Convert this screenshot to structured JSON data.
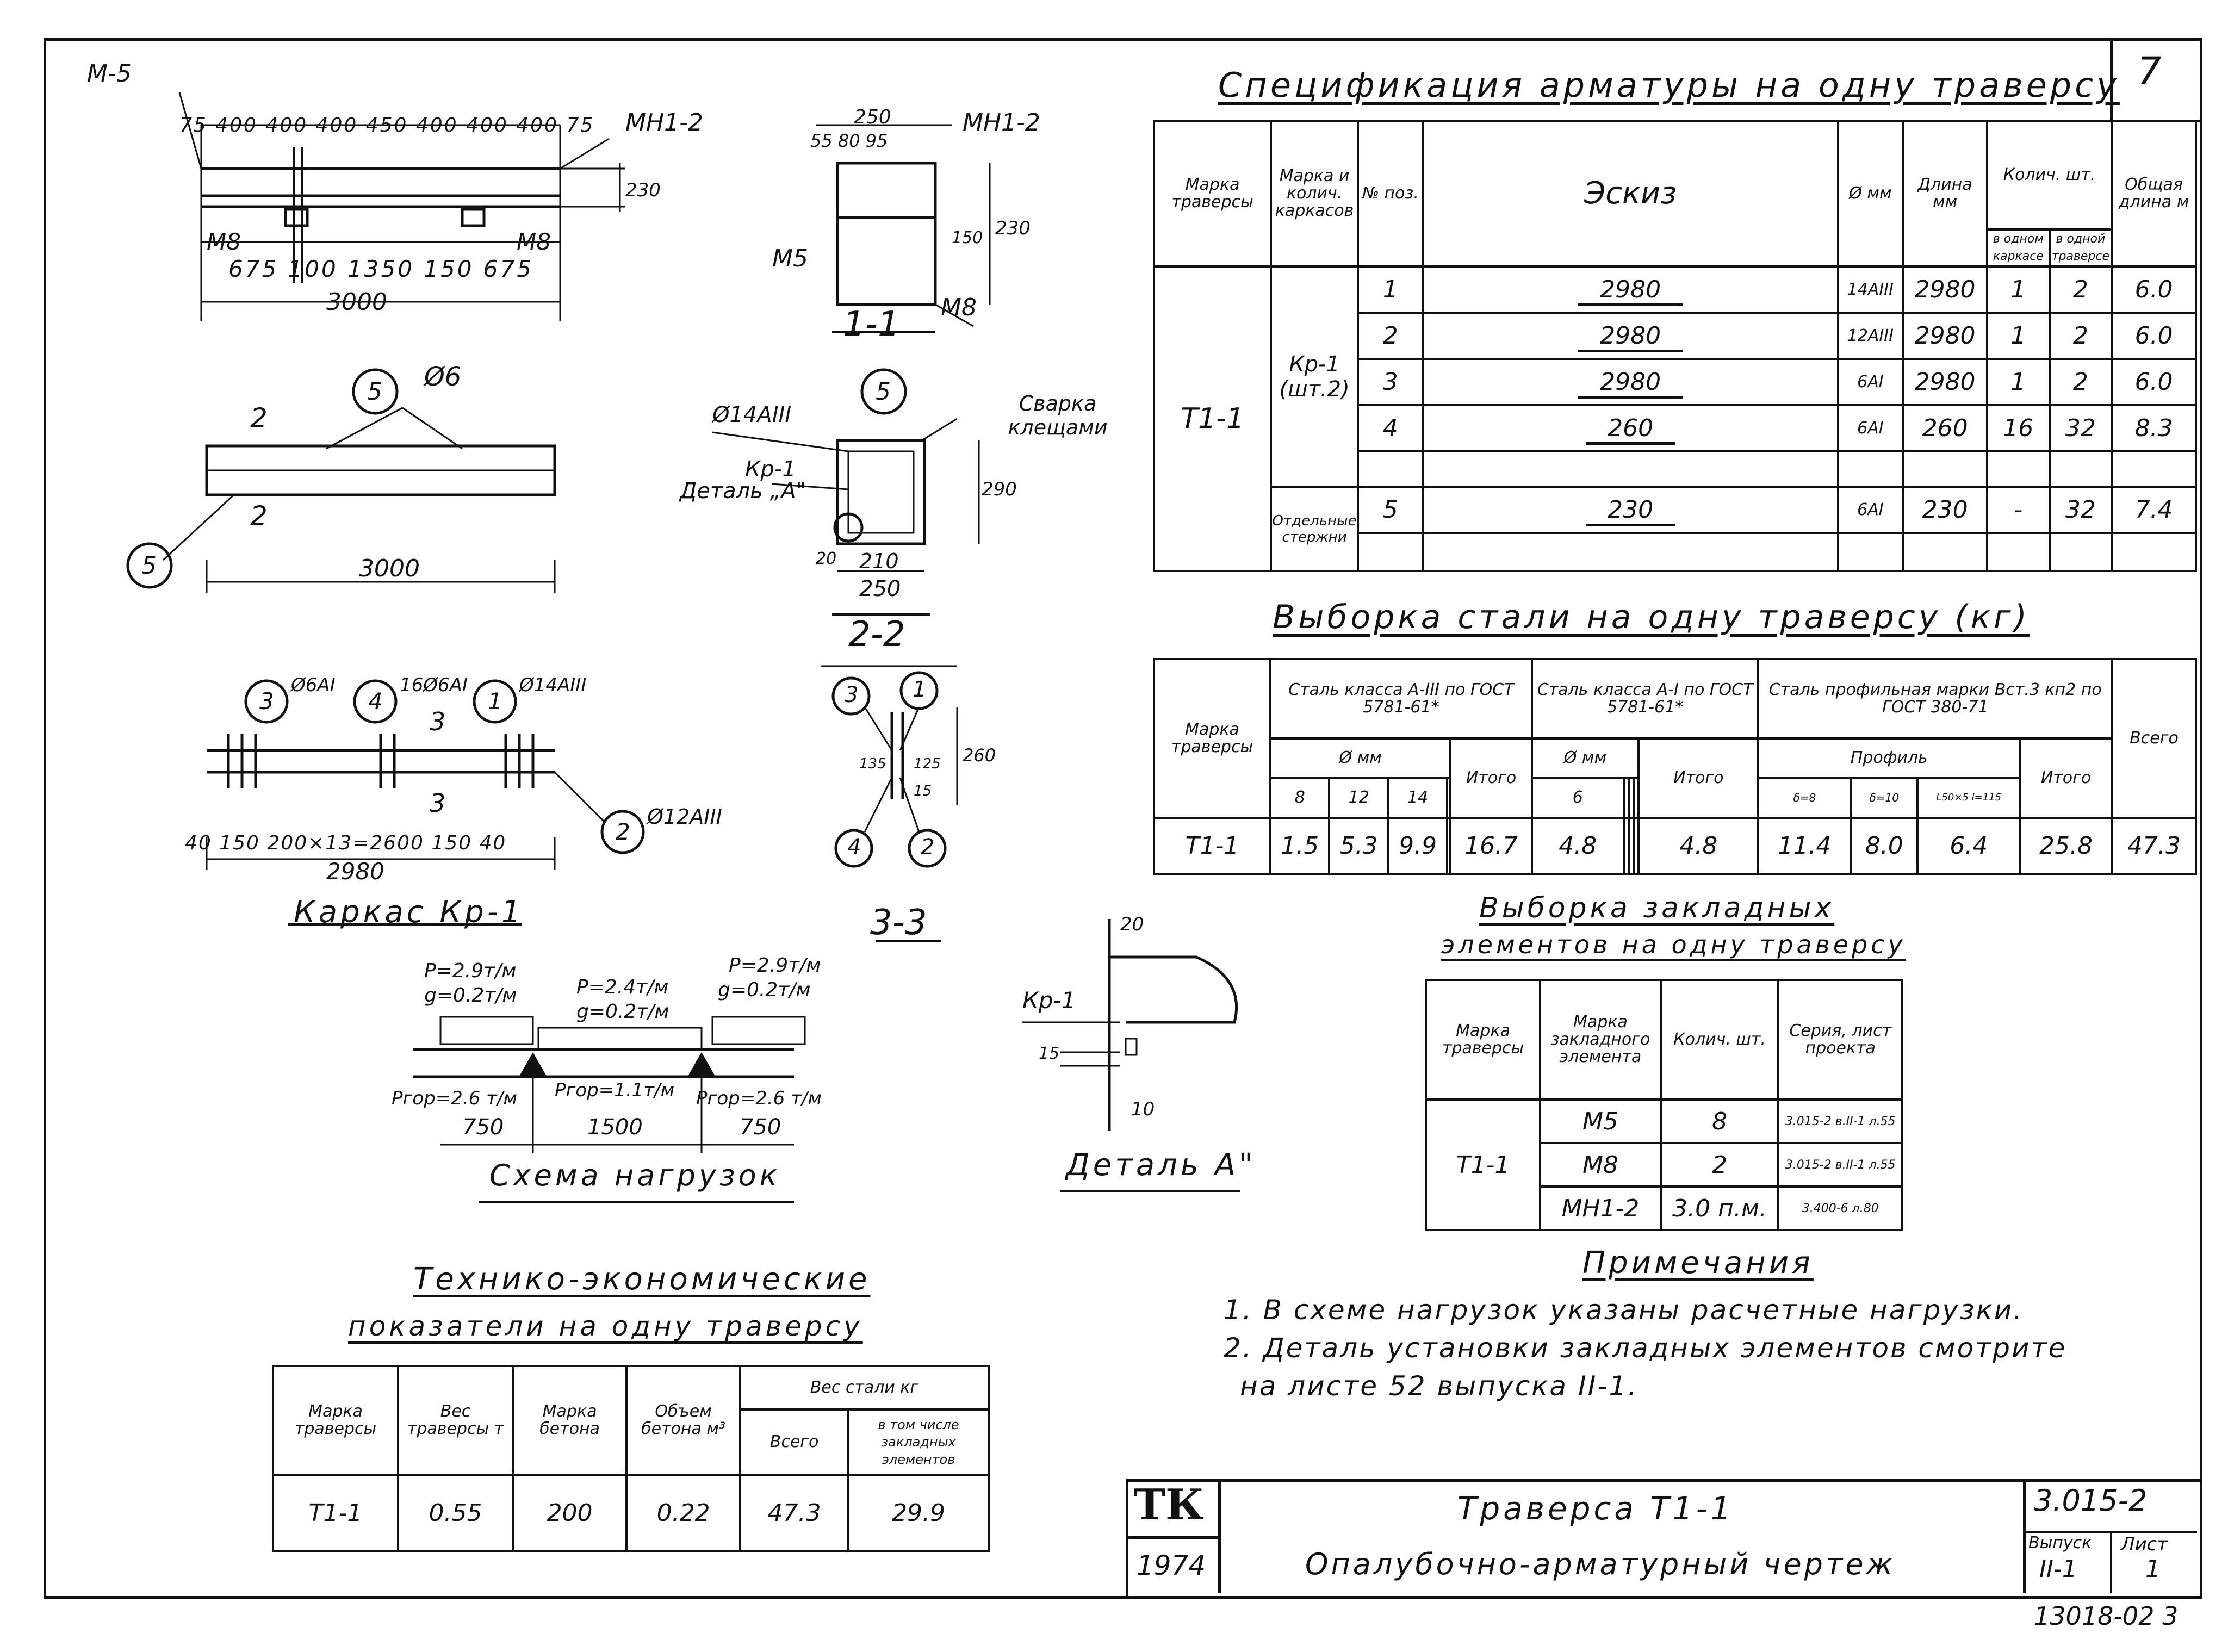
{
  "sheet_number": "7",
  "spec": {
    "title": "Спецификация арматуры на одну траверсу",
    "headers": {
      "marka": "Марка траверсы",
      "marka_karkasov": "Марка и колич. каркасов",
      "pos": "№ поз.",
      "eskiz": "Эскиз",
      "diam": "Ø мм",
      "dlina": "Длина мм",
      "kolich": "Колич. шт.",
      "v_odnom_karkase": "в одном каркасе",
      "v_odnoi_traverse": "в одной траверсе",
      "obshaya": "Общая длина м"
    },
    "traverse": "Т1-1",
    "karkas": "Кр-1 (шт.2)",
    "otdelnye": "Отдельные стержни",
    "rows": [
      {
        "pos": "1",
        "eskiz": "2980",
        "diam": "14AIII",
        "dlina": "2980",
        "k1": "1",
        "k2": "2",
        "total": "6.0"
      },
      {
        "pos": "2",
        "eskiz": "2980",
        "diam": "12AIII",
        "dlina": "2980",
        "k1": "1",
        "k2": "2",
        "total": "6.0"
      },
      {
        "pos": "3",
        "eskiz": "2980",
        "diam": "6AI",
        "dlina": "2980",
        "k1": "1",
        "k2": "2",
        "total": "6.0"
      },
      {
        "pos": "4",
        "eskiz": "260",
        "diam": "6AI",
        "dlina": "260",
        "k1": "16",
        "k2": "32",
        "total": "8.3"
      },
      {
        "pos": "5",
        "eskiz": "230",
        "diam": "6AI",
        "dlina": "230",
        "k1": "-",
        "k2": "32",
        "total": "7.4"
      }
    ]
  },
  "steel": {
    "title": "Выборка стали на одну траверсу (кг)",
    "h_marka": "Марка траверсы",
    "h_a3": "Сталь класса А-III по ГОСТ 5781-61*",
    "h_a1": "Сталь класса А-I по ГОСТ 5781-61*",
    "h_prof": "Сталь профильная марки Вст.3 кп2 по ГОСТ 380-71",
    "h_vsego": "Всего",
    "h_dmm": "Ø мм",
    "h_itogo": "Итого",
    "h_profil": "Профиль",
    "d_a3": [
      "8",
      "12",
      "14"
    ],
    "d_a1": [
      "6"
    ],
    "d_prof": [
      "δ=8",
      "δ=10",
      "L50×5 l=115"
    ],
    "row": {
      "marka": "Т1-1",
      "a3": [
        "1.5",
        "5.3",
        "9.9"
      ],
      "a3_itogo": "16.7",
      "a1": [
        "4.8"
      ],
      "a1_itogo": "4.8",
      "prof": [
        "11.4",
        "8.0",
        "6.4"
      ],
      "prof_itogo": "25.8",
      "vsego": "47.3"
    }
  },
  "embed": {
    "title1": "Выборка закладных",
    "title2": "элементов на одну траверсу",
    "h_marka": "Марка траверсы",
    "h_el": "Марка закладного элемента",
    "h_kol": "Колич. шт.",
    "h_ser": "Серия, лист проекта",
    "marka": "Т1-1",
    "rows": [
      {
        "el": "М5",
        "kol": "8",
        "ser": "3.015-2 в.II-1 л.55"
      },
      {
        "el": "М8",
        "kol": "2",
        "ser": "3.015-2 в.II-1 л.55"
      },
      {
        "el": "МН1-2",
        "kol": "3.0 п.м.",
        "ser": "3.400-6 л.80"
      }
    ]
  },
  "notes": {
    "title": "Примечания",
    "items": [
      "1. В схеме нагрузок указаны расчетные нагрузки.",
      "2. Деталь установки закладных элементов смотрите",
      "на листе 52 выпуска II-1."
    ]
  },
  "tech": {
    "title1": "Технико-экономические",
    "title2": "показатели на одну траверсу",
    "h_marka": "Марка траверсы",
    "h_ves": "Вес траверсы т",
    "h_beton": "Марка бетона",
    "h_obem": "Объем бетона м³",
    "h_ves_stali": "Вес стали кг",
    "h_vsego": "Всего",
    "h_zakl": "в том числе закладных элементов",
    "row": [
      "Т1-1",
      "0.55",
      "200",
      "0.22",
      "47.3",
      "29.9"
    ]
  },
  "stamp": {
    "logo": "ТК",
    "year": "1974",
    "title1": "Траверса Т1-1",
    "title2": "Опалубочно-арматурный чертеж",
    "series": "3.015-2",
    "vypusk_label": "Выпуск",
    "vypusk": "II-1",
    "list_label": "Лист",
    "list": "1",
    "inv": "13018-02 3"
  },
  "drawings": {
    "m5": "М-5",
    "mn12": "МН1-2",
    "m8": "М8",
    "top_dims": "75 400 400 400 450 400 400 400 75",
    "d230": "230",
    "bottom_dims": "675 100 1350 150 675",
    "d3000": "3000",
    "cut11": "1-1",
    "cut22": "2-2",
    "cut33": "3-3",
    "s11_dims": "250",
    "s11_sub": "55 80 95",
    "s11_m5": "М5",
    "s11_230": "230",
    "s11_150": "150",
    "phi6": "Ø6",
    "c5": "5",
    "c1": "1",
    "c2": "2",
    "c3": "3",
    "c4": "4",
    "mark2": "2",
    "mark1": "1",
    "mark3": "3",
    "phi14": "Ø14AIII",
    "svarka": "Сварка клещами",
    "kr1": "Кр-1",
    "detal_a_ref": "Деталь „А\"",
    "s22_290": "290",
    "s22_210": "210",
    "s22_250": "250",
    "s22_20": "20",
    "s33_260": "260",
    "s33_135": "135",
    "s33_125": "125",
    "s33_15": "15",
    "k_phi6": "Ø6AI",
    "k_16phi6": "16Ø6AI",
    "k_phi14": "Ø14AIII",
    "k_phi12": "Ø12AIII",
    "k_dims": "40 150 200×13=2600 150 40",
    "k_2980": "2980",
    "karkas_title": "Каркас Кр-1",
    "load_p1": "P=2.9т/м",
    "load_g1": "g=0.2т/м",
    "load_p2": "P=2.4т/м",
    "load_g2": "g=0.2т/м",
    "load_p3": "P=2.9т/м",
    "load_g3": "g=0.2т/м",
    "load_h1": "Pгор=2.6 т/м",
    "load_h2": "Pгор=1.1т/м",
    "load_h3": "Pгор=2.6 т/м",
    "load_750": "750",
    "load_1500": "1500",
    "load_title": "Схема нагрузок",
    "det_kr": "Кр-1",
    "det_20": "20",
    "det_10": "10",
    "det_15": "15",
    "det_title": "Деталь А\""
  }
}
